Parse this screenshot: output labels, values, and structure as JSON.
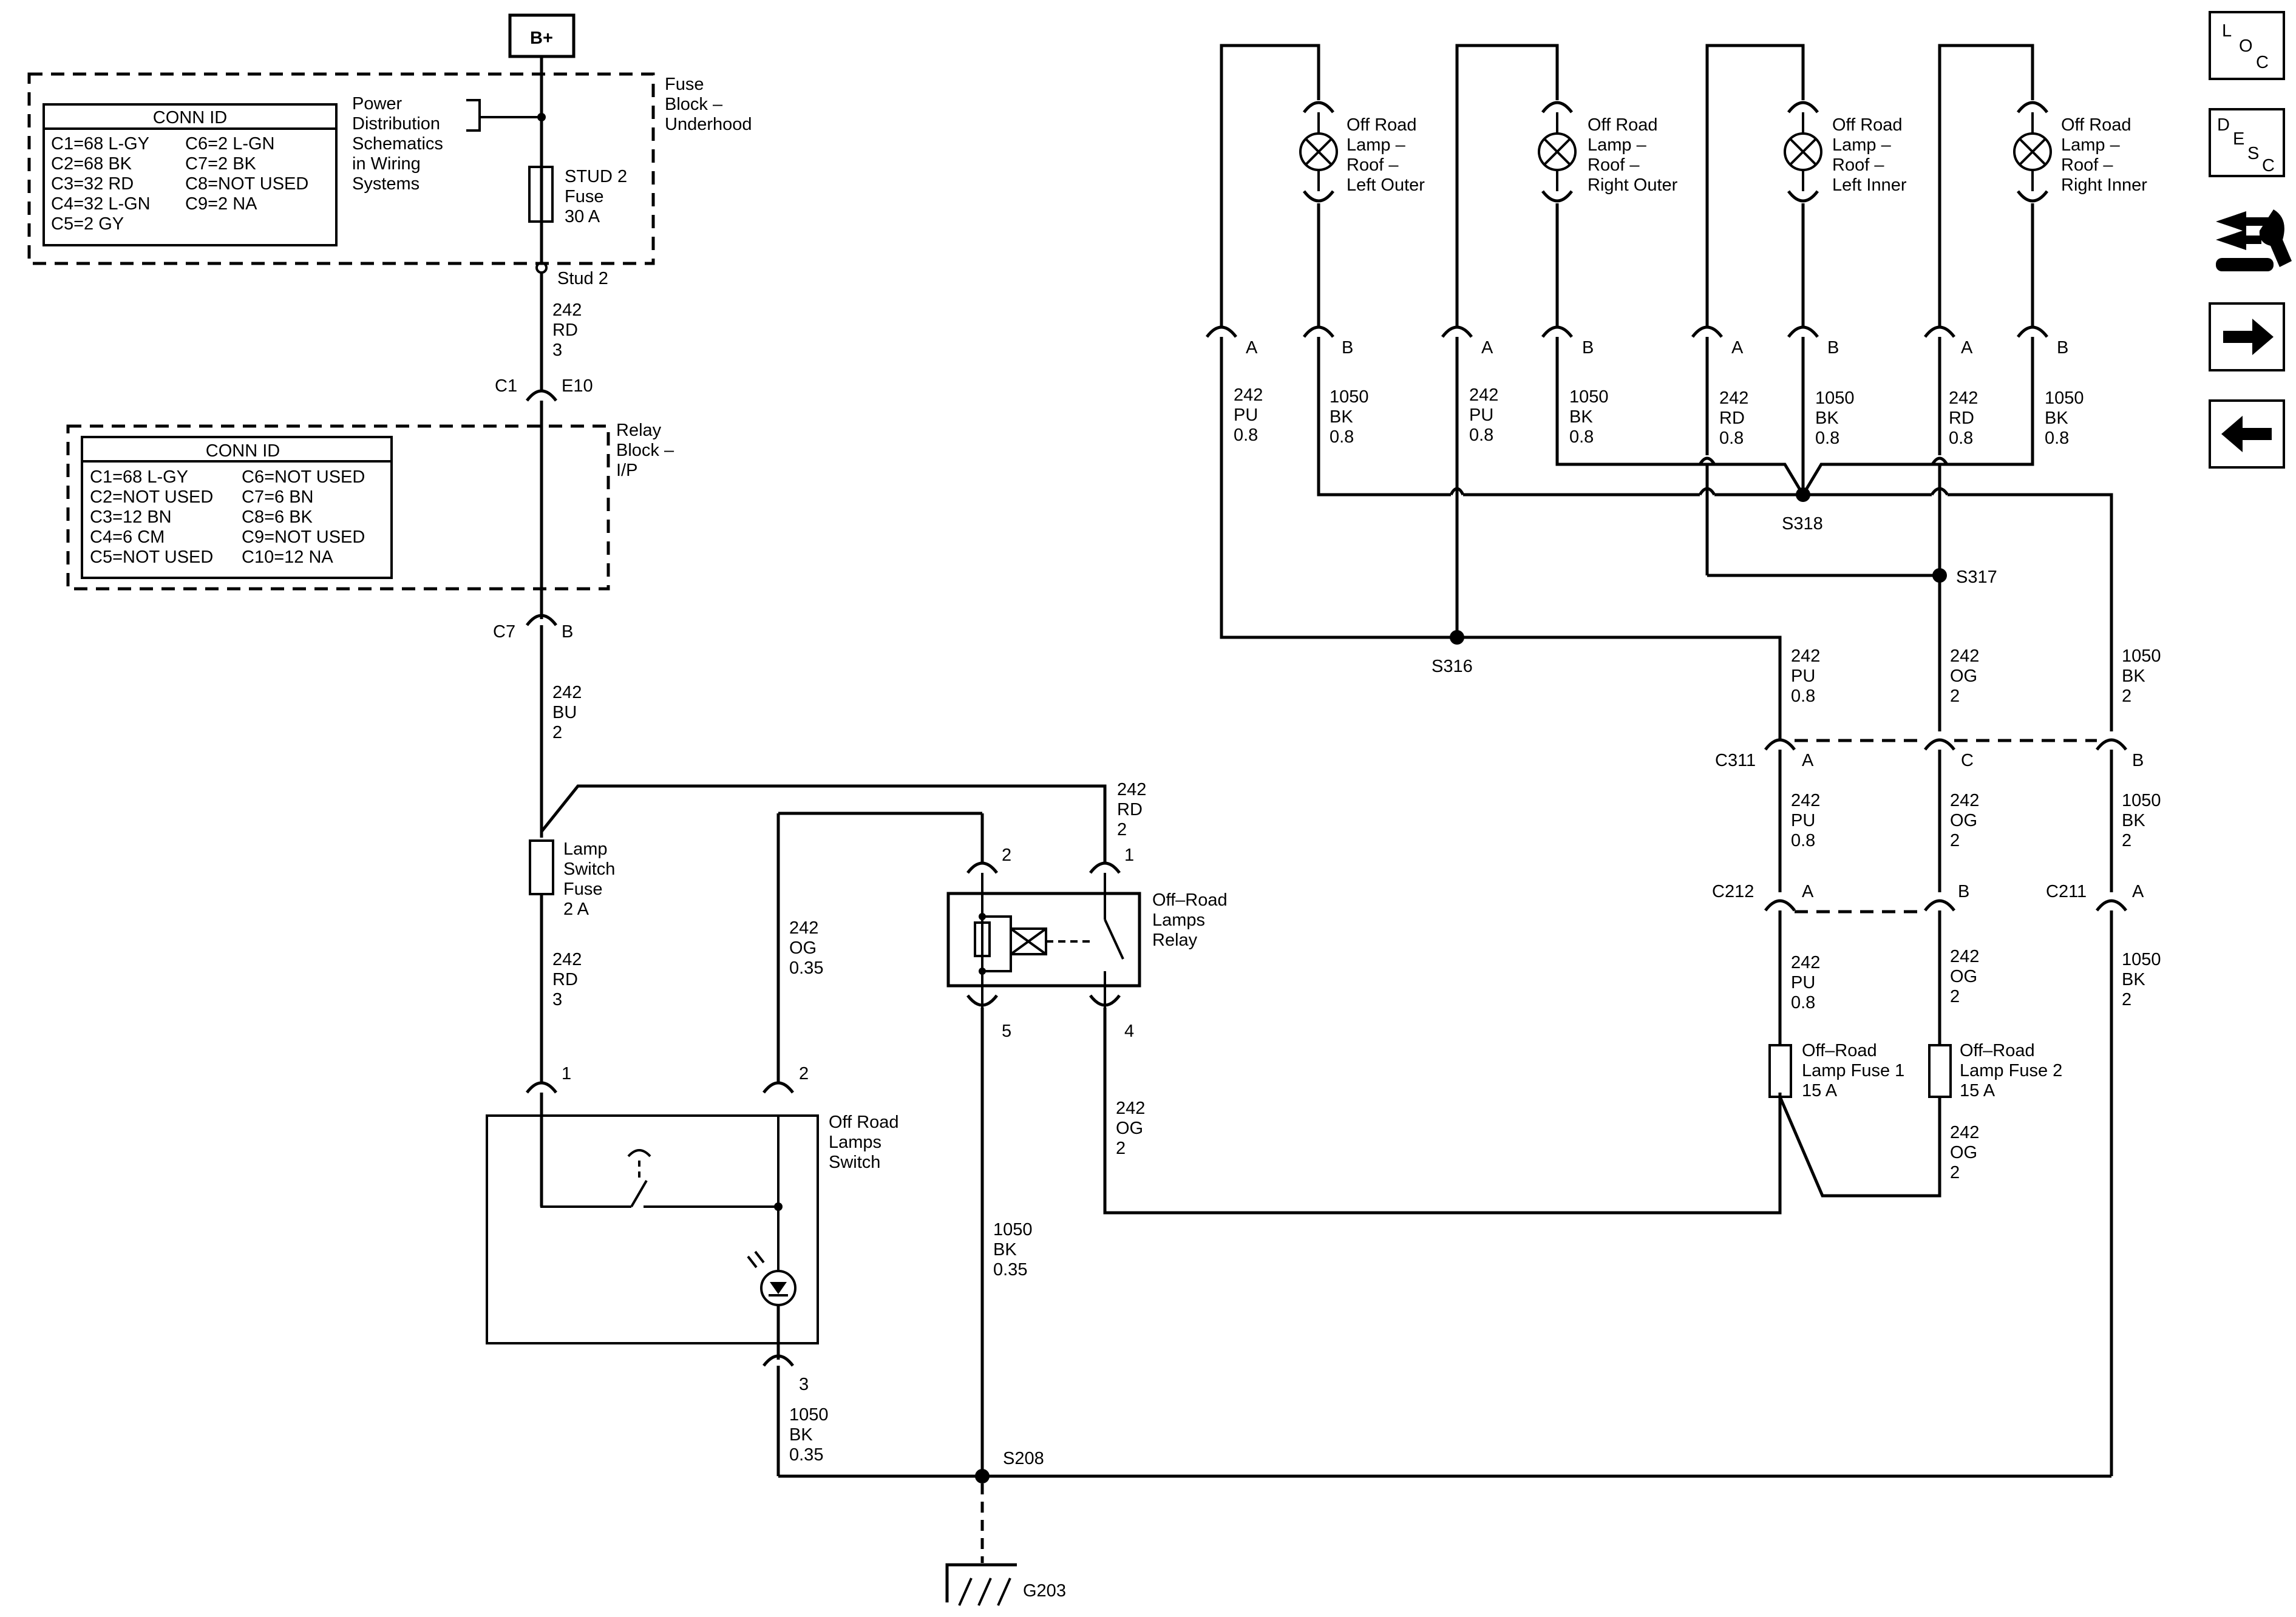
{
  "power_source": "B+",
  "fuse_block_underhood": {
    "title_lines": [
      "Fuse",
      "Block –",
      "Underhood"
    ],
    "conn_header": "CONN ID",
    "conn_left": [
      "C1=68 L-GY",
      "C2=68 BK",
      "C3=32 RD",
      "C4=32 L-GN",
      "C5=2 GY"
    ],
    "conn_right": [
      "C6=2 L-GN",
      "C7=2 BK",
      "C8=NOT USED",
      "C9=2 NA"
    ],
    "ref_lines": [
      "Power",
      "Distribution",
      "Schematics",
      "in Wiring",
      "Systems"
    ],
    "fuse_lines": [
      "STUD 2",
      "Fuse",
      "30 A"
    ],
    "stud": "Stud 2"
  },
  "relay_block_ip": {
    "title_lines": [
      "Relay",
      "Block –",
      "I/P"
    ],
    "conn_header": "CONN ID",
    "conn_left": [
      "C1=68 L-GY",
      "C2=NOT USED",
      "C3=12 BN",
      "C4=6 CM",
      "C5=NOT USED"
    ],
    "conn_right": [
      "C6=NOT USED",
      "C7=6 BN",
      "C8=6 BK",
      "C9=NOT USED",
      "C10=12 NA"
    ]
  },
  "connectors": {
    "c1": "C1",
    "e10": "E10",
    "c7": "C7",
    "c7_pin": "B",
    "c311": "C311",
    "c212": "C212",
    "c211": "C211",
    "pin_a": "A",
    "pin_b": "B",
    "pin_c": "C",
    "pin_1": "1",
    "pin_2": "2",
    "pin_3": "3",
    "pin_4": "4",
    "pin_5": "5"
  },
  "wires": {
    "w_stud_c1": [
      "242",
      "RD",
      "3"
    ],
    "w_c7_fuse": [
      "242",
      "BU",
      "2"
    ],
    "w_fuse_switch": [
      "242",
      "RD",
      "3"
    ],
    "w_relay1": [
      "242",
      "RD",
      "2"
    ],
    "w_switch2_relay2": [
      "242",
      "OG",
      "0.35"
    ],
    "w_relay5_gnd": [
      "1050",
      "BK",
      "0.35"
    ],
    "w_relay4": [
      "242",
      "OG",
      "2"
    ],
    "w_switch3_gnd": [
      "1050",
      "BK",
      "0.35"
    ],
    "w_c311a_up": [
      "242",
      "PU",
      "0.8"
    ],
    "w_c311c_up": [
      "242",
      "OG",
      "2"
    ],
    "w_c311b_up": [
      "1050",
      "BK",
      "2"
    ],
    "w_c311a_dn": [
      "242",
      "PU",
      "0.8"
    ],
    "w_c311c_dn": [
      "242",
      "OG",
      "2"
    ],
    "w_c311b_dn": [
      "1050",
      "BK",
      "2"
    ],
    "w_c212a_dn": [
      "242",
      "PU",
      "0.8"
    ],
    "w_c212b_dn": [
      "242",
      "OG",
      "2"
    ],
    "w_c211a_dn": [
      "1050",
      "BK",
      "2"
    ],
    "w_fuse2_dn": [
      "242",
      "OG",
      "2"
    ]
  },
  "lamp_switch_fuse": [
    "Lamp",
    "Switch",
    "Fuse",
    "2 A"
  ],
  "relay_label": [
    "Off–Road",
    "Lamps",
    "Relay"
  ],
  "switch_label": [
    "Off Road",
    "Lamps",
    "Switch"
  ],
  "lamp_fuse1": [
    "Off–Road",
    "Lamp Fuse 1",
    "15 A"
  ],
  "lamp_fuse2": [
    "Off–Road",
    "Lamp Fuse 2",
    "15 A"
  ],
  "splices": {
    "s208": "S208",
    "s316": "S316",
    "s317": "S317",
    "s318": "S318"
  },
  "ground": "G203",
  "lamps": [
    {
      "label": [
        "Off Road",
        "Lamp –",
        "Roof –",
        "Left Outer"
      ],
      "wire_a": [
        "242",
        "PU",
        "0.8"
      ],
      "wire_b": [
        "1050",
        "BK",
        "0.8"
      ]
    },
    {
      "label": [
        "Off Road",
        "Lamp –",
        "Roof –",
        "Right Outer"
      ],
      "wire_a": [
        "242",
        "PU",
        "0.8"
      ],
      "wire_b": [
        "1050",
        "BK",
        "0.8"
      ]
    },
    {
      "label": [
        "Off Road",
        "Lamp –",
        "Roof –",
        "Left Inner"
      ],
      "wire_a": [
        "242",
        "RD",
        "0.8"
      ],
      "wire_b": [
        "1050",
        "BK",
        "0.8"
      ]
    },
    {
      "label": [
        "Off Road",
        "Lamp –",
        "Roof –",
        "Right Inner"
      ],
      "wire_a": [
        "242",
        "RD",
        "0.8"
      ],
      "wire_b": [
        "1050",
        "BK",
        "0.8"
      ]
    }
  ],
  "nav": {
    "loc": [
      "L",
      "O",
      "C"
    ],
    "desc": [
      "D",
      "E",
      "S",
      "C"
    ]
  }
}
